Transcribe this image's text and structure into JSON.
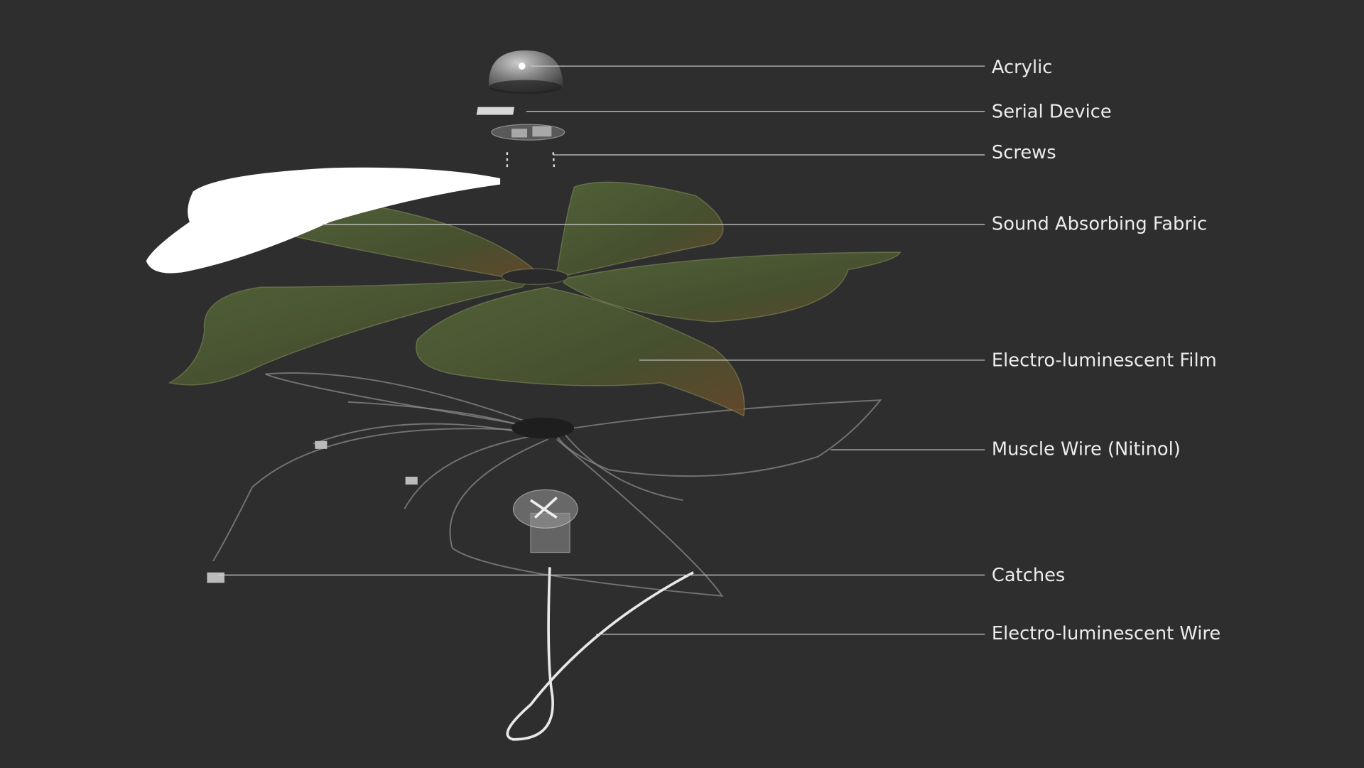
{
  "labels": {
    "acrylic": "Acrylic",
    "serial_device": "Serial Device",
    "screws": "Screws",
    "sound_absorbing_fabric": "Sound Absorbing Fabric",
    "el_film": "Electro-luminescent Film",
    "muscle_wire": "Muscle Wire (Nitinol)",
    "catches": "Catches",
    "el_wire": "Electro-luminescent Wire"
  },
  "colors": {
    "background": "#2e2e2e",
    "petal": "#4e5c34",
    "fabric": "#ffffff",
    "text": "#ececec"
  }
}
